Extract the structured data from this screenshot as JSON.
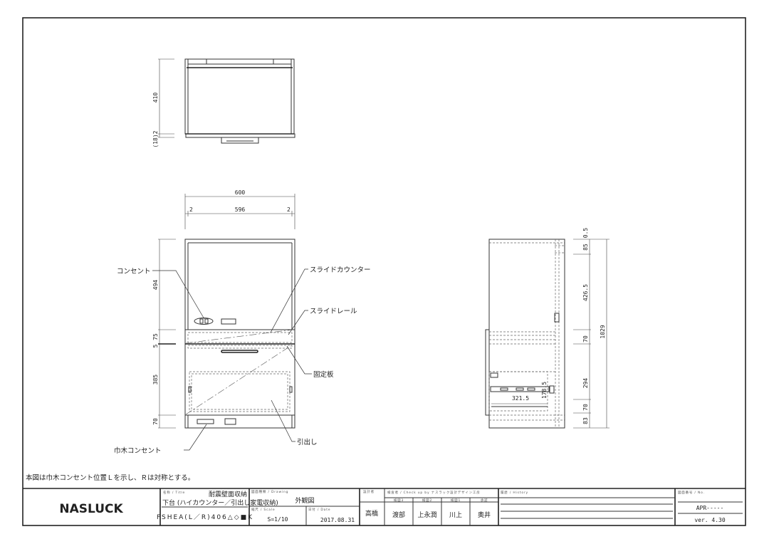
{
  "views": {
    "top": {
      "dims": {
        "depth": "410",
        "gap": "2",
        "front": "(18)"
      }
    },
    "front": {
      "dims": {
        "width": "600",
        "side_left": "2",
        "inner": "596",
        "side_right": "2",
        "upper": "494",
        "counter": "75",
        "gap": "5",
        "drawer": "385",
        "plinth": "70"
      },
      "callouts": {
        "outlet": "コンセント",
        "slide_counter": "スライドカウンター",
        "slide_rail": "スライドレール",
        "fixed_board": "固定板",
        "drawer": "引出し",
        "plinth_outlet": "巾木コンセント"
      }
    },
    "side": {
      "dims": {
        "top_gap": "0.5",
        "top": "85",
        "upper": "426.5",
        "counter": "70",
        "drawer": "294",
        "rail": "70",
        "base": "83",
        "total": "1029",
        "rail_len": "321.5",
        "rail_h": "178.5"
      }
    }
  },
  "note": "本図は巾木コンセント位置Ｌを示し、Ｒは対称とする。",
  "title_block": {
    "logo": "NASLUCK",
    "title_label": "名称 / Title",
    "title_1": "耐震壁面収納",
    "title_2": "下台 (ハイカウンター／引出し家電収納)",
    "model": "FSHEA(L／R)406△◇■K",
    "drawing_label": "図面種類 / Drawing",
    "drawing": "外観図",
    "scale_label": "縮尺 / Scale",
    "scale": "S=1/10",
    "date_label": "日付 / Date",
    "date": "2017.08.31",
    "designer_label": "設計者",
    "designer": "高橋",
    "check_label": "検査者 / Check up by ナスラック設計デザイン工房",
    "checkers": [
      {
        "role": "検図3",
        "name": "渡部"
      },
      {
        "role": "検図2",
        "name": "上永潤"
      },
      {
        "role": "検図1",
        "name": "川上"
      },
      {
        "role": "承認",
        "name": "奥井"
      }
    ],
    "history_label": "履歴 / History",
    "number_label": "図面番号 / No.",
    "number": "APR-----",
    "version": "ver. 4.30"
  }
}
